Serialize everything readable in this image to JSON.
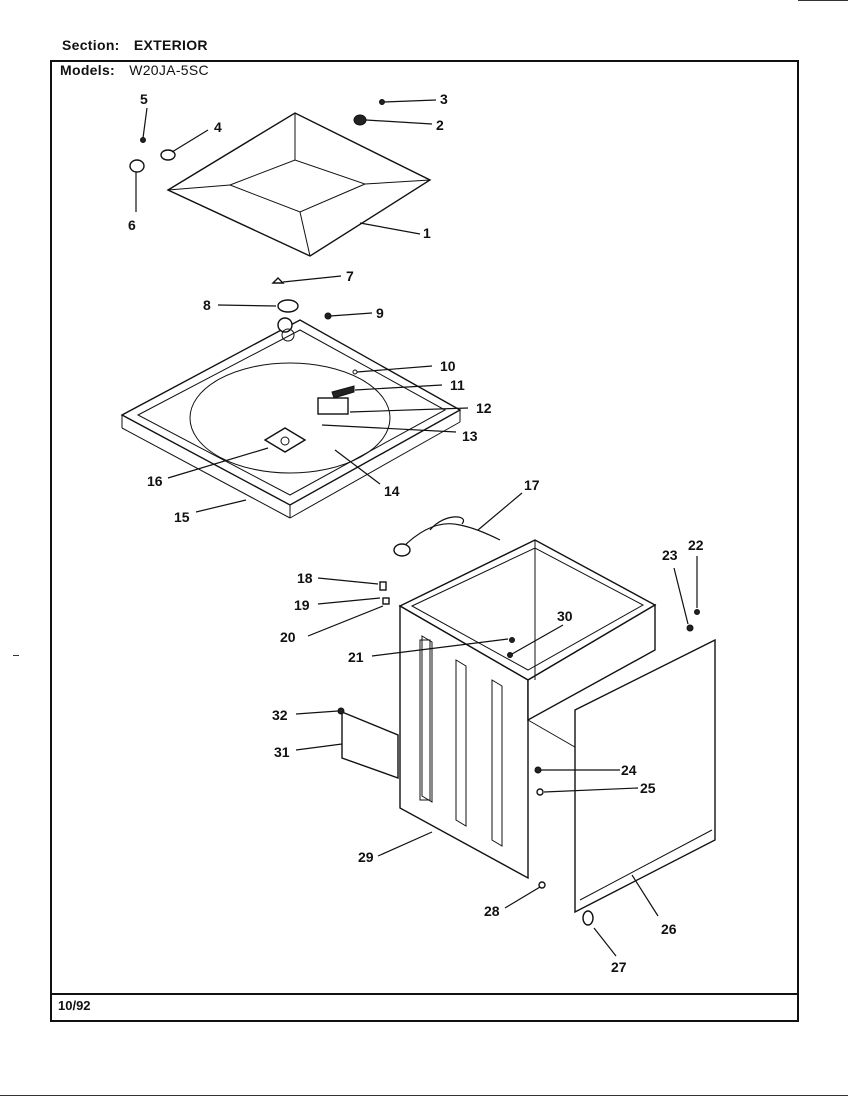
{
  "header": {
    "section_label": "Section:",
    "section_value": "EXTERIOR",
    "models_label": "Models:",
    "models_value": "W20JA-5SC"
  },
  "footer": {
    "date": "10/92"
  },
  "callouts": [
    "1",
    "2",
    "3",
    "4",
    "5",
    "6",
    "7",
    "8",
    "9",
    "10",
    "11",
    "12",
    "13",
    "14",
    "15",
    "16",
    "17",
    "18",
    "19",
    "20",
    "21",
    "22",
    "23",
    "24",
    "25",
    "26",
    "27",
    "28",
    "29",
    "30",
    "31",
    "32"
  ]
}
